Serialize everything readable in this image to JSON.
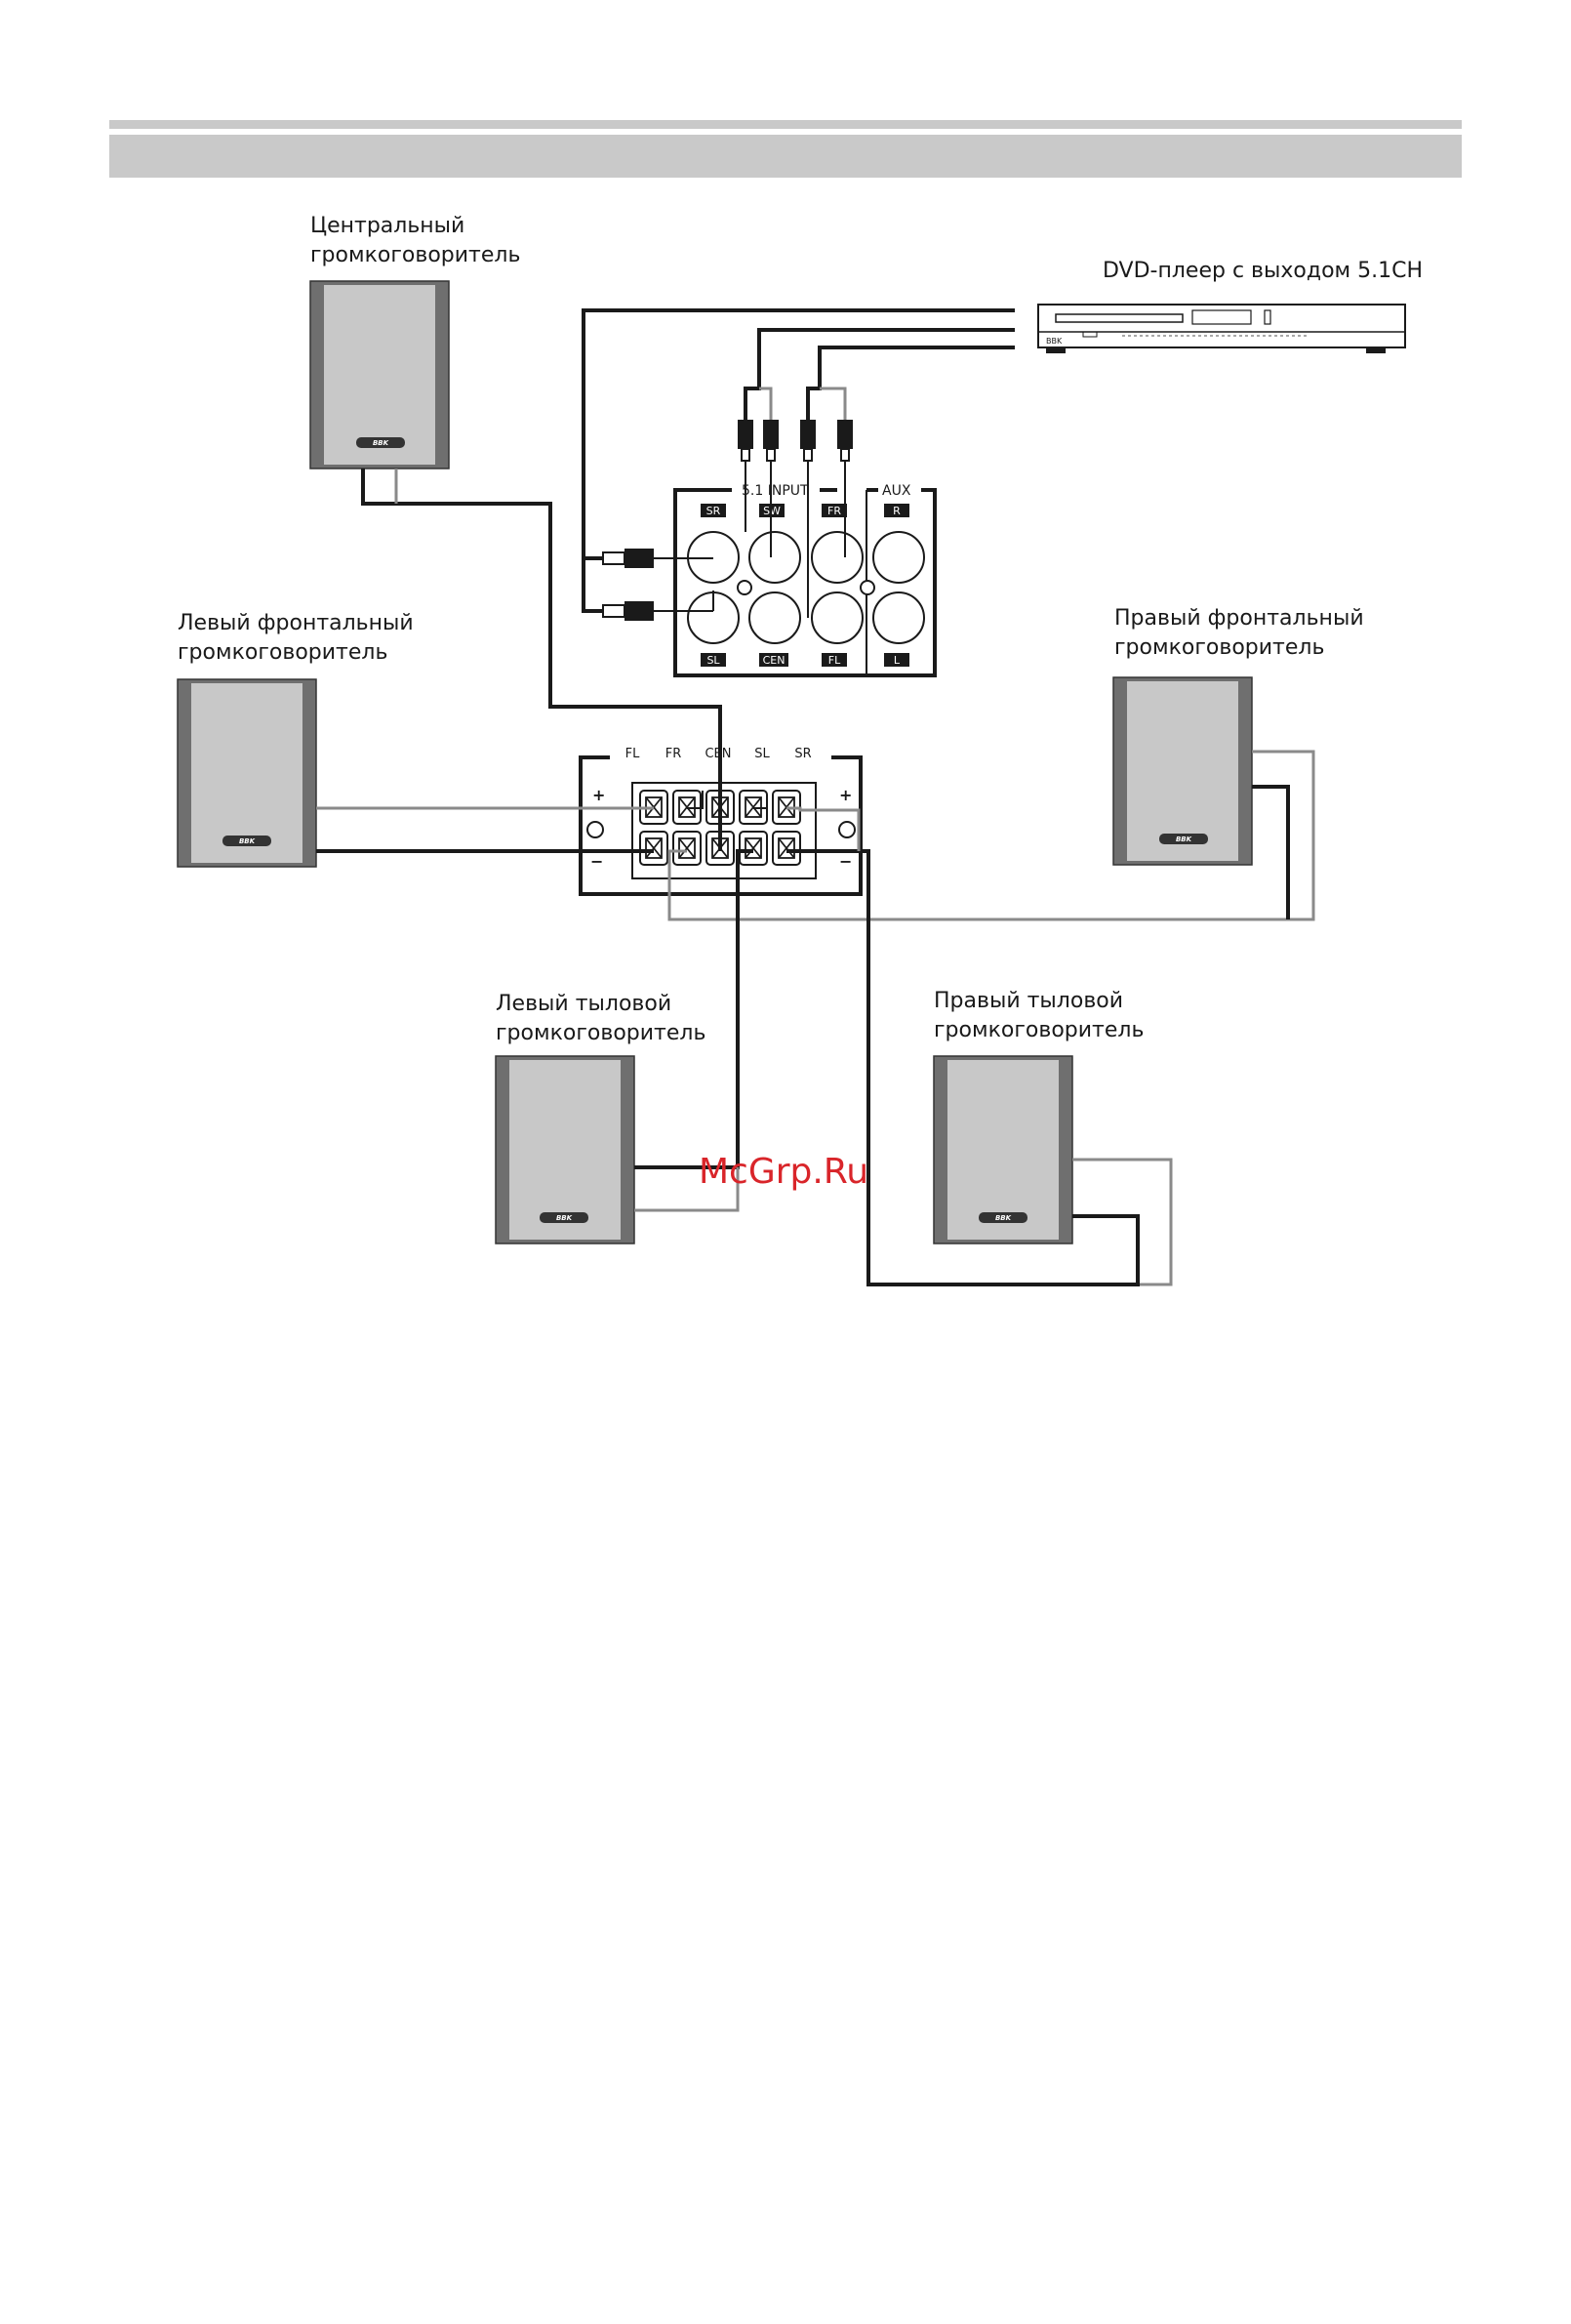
{
  "speakers": {
    "center": {
      "line1": "Центральный",
      "line2": "громкоговоритель"
    },
    "front_left": {
      "line1": "Левый фронтальный",
      "line2": "громкоговоритель"
    },
    "front_right": {
      "line1": "Правый фронтальный",
      "line2": "громкоговоритель"
    },
    "rear_left": {
      "line1": "Левый тыловой",
      "line2": "громкоговоритель"
    },
    "rear_right": {
      "line1": "Правый тыловой",
      "line2": "громкоговоритель"
    },
    "brand": "BBK"
  },
  "dvd_player": {
    "label": "DVD-плеер с выходом 5.1CH",
    "brand": "BBK"
  },
  "input_panel": {
    "group_51": "5.1 INPUT",
    "group_aux": "AUX",
    "top_tags": [
      "SR",
      "SW",
      "FR",
      "R"
    ],
    "bottom_tags": [
      "SL",
      "CEN",
      "FL",
      "L"
    ]
  },
  "terminal_block": {
    "channels": [
      "FL",
      "FR",
      "CEN",
      "SL",
      "SR"
    ],
    "plus": "+",
    "minus": "−"
  },
  "watermark": "McGrp.Ru",
  "colors": {
    "wire_dark": "#1a1a1a",
    "wire_light": "#8a8a8a",
    "speaker_side": "#6f6f6f",
    "speaker_face": "#c8c8c8",
    "band": "#c9c9c9",
    "watermark": "#d9252a"
  }
}
